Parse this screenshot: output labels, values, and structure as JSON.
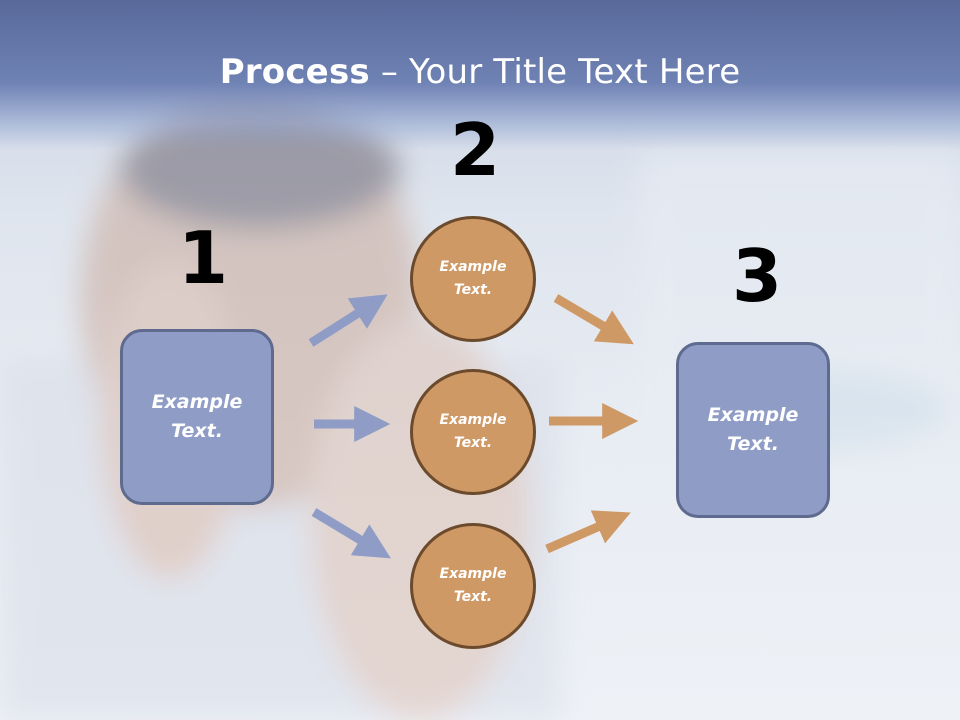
{
  "slide": {
    "title_bold": "Process",
    "title_rest": " – Your Title Text Here",
    "step_numbers": [
      "1",
      "2",
      "3"
    ],
    "left_box": {
      "line1": "Example",
      "line2": "Text."
    },
    "circles": [
      {
        "line1": "Example",
        "line2": "Text."
      },
      {
        "line1": "Example",
        "line2": "Text."
      },
      {
        "line1": "Example",
        "line2": "Text."
      }
    ],
    "right_box": {
      "line1": "Example",
      "line2": "Text."
    }
  },
  "colors": {
    "box_fill": "#8e9cc6",
    "circle_fill": "#cf9966",
    "arrow_blue": "#8e9cc6",
    "arrow_orange": "#cf9966",
    "title_band": "#6f82b4"
  }
}
